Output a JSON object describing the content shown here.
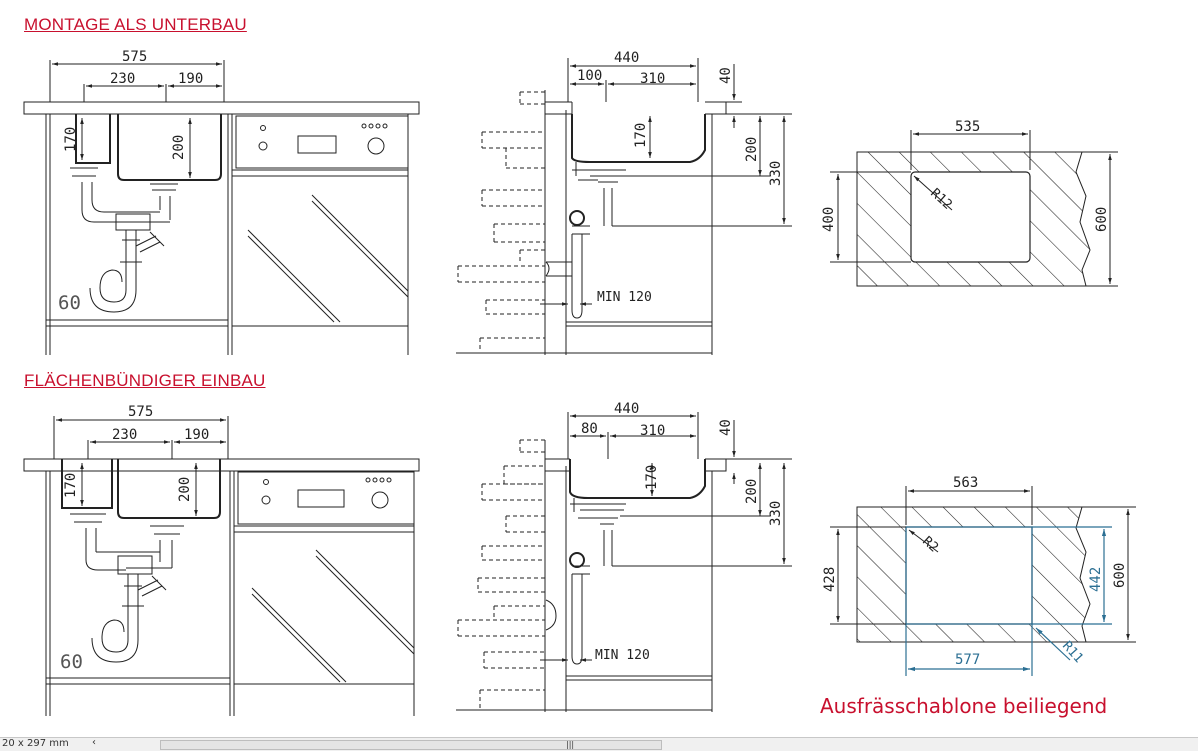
{
  "headings": {
    "top": "MONTAGE ALS UNTERBAU",
    "bottom": "FLÄCHENBÜNDIGER EINBAU"
  },
  "note": "Ausfrässchablone beiliegend",
  "statusbar": {
    "paper_size": "20 x 297 mm"
  },
  "top_row": {
    "front": {
      "total": "575",
      "left": "230",
      "right": "190",
      "h_small": "170",
      "h_main": "200",
      "plinth": "60"
    },
    "side": {
      "depth": "440",
      "offset": "100",
      "bowl": "310",
      "lip": "40",
      "h_bowl": "170",
      "h_total": "200",
      "h_drain": "330",
      "min": "MIN 120"
    },
    "cutout": {
      "width": "535",
      "height": "400",
      "radius": "R12",
      "depth": "600"
    }
  },
  "bottom_row": {
    "front": {
      "total": "575",
      "left": "230",
      "right": "190",
      "h_small": "170",
      "h_main": "200",
      "plinth": "60"
    },
    "side": {
      "depth": "440",
      "offset": "80",
      "bowl": "310",
      "lip": "40",
      "h_bowl": "170",
      "h_total": "200",
      "h_drain": "330",
      "min": "MIN 120"
    },
    "cutout": {
      "width": "563",
      "height": "428",
      "radius": "R2",
      "template_w": "577",
      "template_h": "442",
      "template_r": "R11",
      "depth": "600"
    }
  },
  "colors": {
    "heading": "#c8102e",
    "template": "#2b6f93",
    "line": "#222222"
  }
}
